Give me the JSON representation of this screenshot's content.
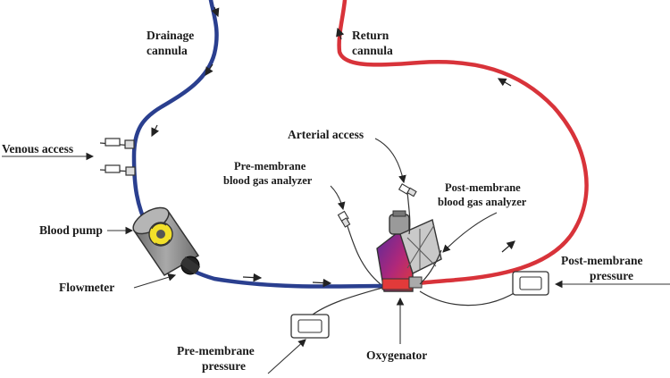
{
  "labels": {
    "drainage_1": "Drainage",
    "drainage_2": "cannula",
    "return_1": "Return",
    "return_2": "cannula",
    "venous_access": "Venous access",
    "arterial_access": "Arterial access",
    "pre_bga_1": "Pre-membrane",
    "pre_bga_2": "blood gas analyzer",
    "post_bga_1": "Post-membrane",
    "post_bga_2": "blood gas analyzer",
    "blood_pump": "Blood pump",
    "flowmeter": "Flowmeter",
    "post_pressure_1": "Post-membrane",
    "post_pressure_2": "pressure",
    "pre_pressure_1": "Pre-membrane",
    "pre_pressure_2": "pressure",
    "oxygenator": "Oxygenator"
  },
  "colors": {
    "venous_line": "#2a3f8f",
    "arterial_line": "#d8333a",
    "oxygenator_gradient": [
      "#5a2a9a",
      "#c42a5a",
      "#e23a3a"
    ],
    "pump_body": "#8a8a8a",
    "pump_rotor": "#f2e02a"
  }
}
